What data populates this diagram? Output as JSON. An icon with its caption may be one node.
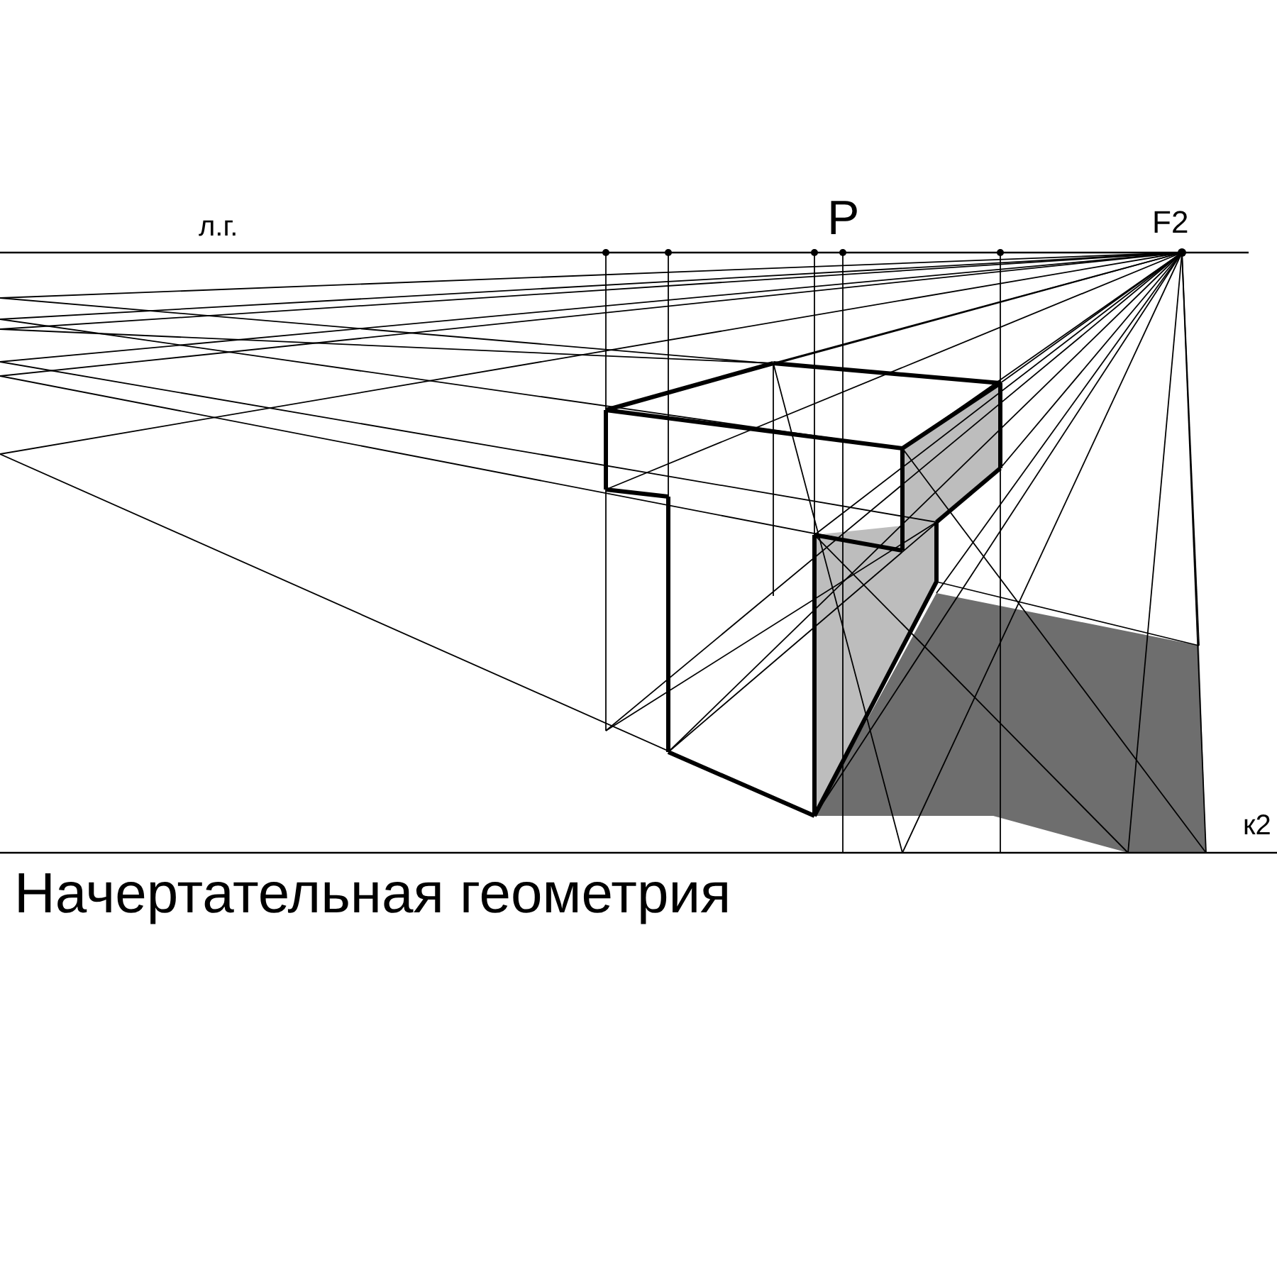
{
  "diagram": {
    "caption": "Начертательная геометрия",
    "labels": [
      "л.г.",
      "P",
      "F2",
      "к2"
    ]
  }
}
